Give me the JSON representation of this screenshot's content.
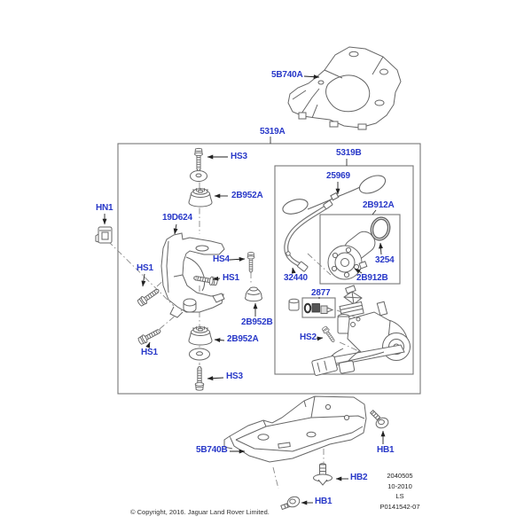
{
  "diagram": {
    "background": "#ffffff",
    "label_color": "#2838c8",
    "line_color": "#666666",
    "callouts": [
      {
        "id": "cover-upper",
        "text": "5B740A"
      },
      {
        "id": "main-assembly-box",
        "text": "5319A"
      },
      {
        "id": "hs3-upper",
        "text": "HS3"
      },
      {
        "id": "mount-upper",
        "text": "2B952A"
      },
      {
        "id": "bracket",
        "text": "19D624"
      },
      {
        "id": "clip-nut",
        "text": "HN1"
      },
      {
        "id": "hs4",
        "text": "HS4"
      },
      {
        "id": "hs1-upper-left",
        "text": "HS1"
      },
      {
        "id": "hs1-middle",
        "text": "HS1"
      },
      {
        "id": "grommet",
        "text": "2B952B"
      },
      {
        "id": "mount-lower",
        "text": "2B952A"
      },
      {
        "id": "hs1-lower",
        "text": "HS1"
      },
      {
        "id": "hs3-lower",
        "text": "HS3"
      },
      {
        "id": "sub-assembly-box",
        "text": "5319B"
      },
      {
        "id": "tether-cable",
        "text": "25969"
      },
      {
        "id": "pump-kit-box",
        "text": "2B912A"
      },
      {
        "id": "o-ring",
        "text": "3254"
      },
      {
        "id": "pump",
        "text": "2B912B"
      },
      {
        "id": "hose",
        "text": "32440"
      },
      {
        "id": "filter-kit",
        "text": "2877"
      },
      {
        "id": "hs2",
        "text": "HS2"
      },
      {
        "id": "cover-lower",
        "text": "5B740B"
      },
      {
        "id": "hb1-upper",
        "text": "HB1"
      },
      {
        "id": "hb2",
        "text": "HB2"
      },
      {
        "id": "hb1-lower",
        "text": "HB1"
      }
    ],
    "stamp": {
      "lines": [
        "2040505",
        "10-2010",
        "LS",
        "P0141542-07"
      ]
    },
    "copyright": "© Copyright, 2016. Jaguar Land Rover Limited."
  }
}
